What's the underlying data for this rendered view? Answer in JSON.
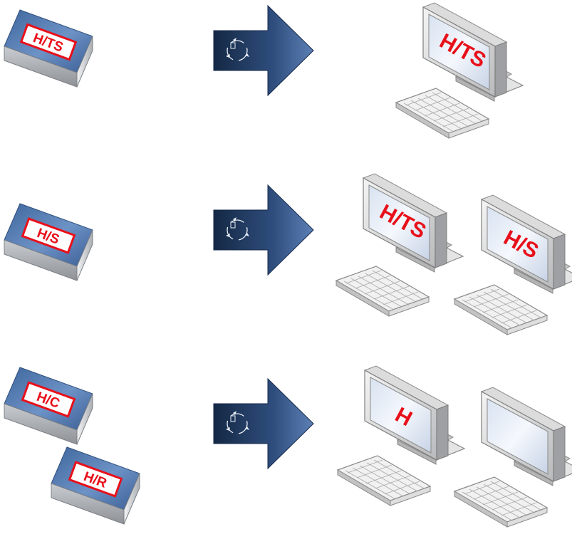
{
  "rows": [
    {
      "devices": [
        {
          "label": "H/TS"
        }
      ],
      "computers": [
        {
          "label": "H/TS"
        }
      ]
    },
    {
      "devices": [
        {
          "label": "H/S"
        }
      ],
      "computers": [
        {
          "label": "H/TS"
        },
        {
          "label": "H/S"
        }
      ]
    },
    {
      "devices": [
        {
          "label": "H/C"
        },
        {
          "label": "H/R"
        }
      ],
      "computers": [
        {
          "label": "H"
        },
        {
          "label": ""
        }
      ]
    }
  ],
  "icons": {
    "arrow": "right-arrow-icon",
    "recycle": "recycle-icon"
  },
  "colors": {
    "label_red": "#e8101a",
    "arrow_dark": "#1b3152",
    "arrow_light": "#5377ad",
    "device_top": "#5a7fb6"
  }
}
